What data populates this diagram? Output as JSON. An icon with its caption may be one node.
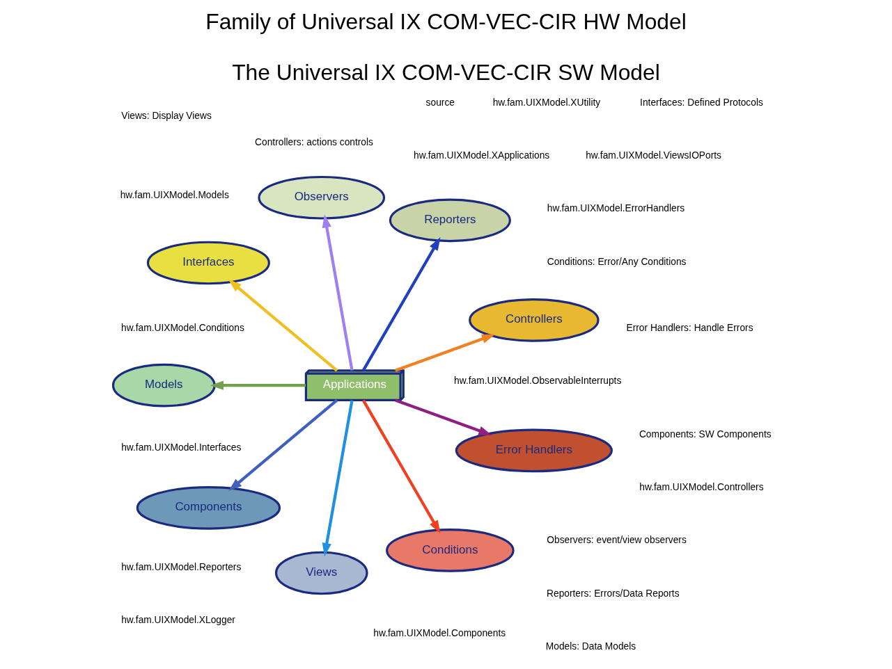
{
  "diagram": {
    "title": "Family of Universal IX COM-VEC-CIR HW Model",
    "caption": "The Universal IX COM-VEC-CIR SW Model",
    "nodes": [
      {
        "text": [
          "Applications"
        ]
      },
      {
        "text": [
          "Controllers"
        ]
      },
      {
        "text": [
          "Reporters"
        ]
      },
      {
        "text": [
          "Observers"
        ]
      },
      {
        "text": [
          "Interfaces"
        ]
      },
      {
        "text": [
          "Models"
        ]
      },
      {
        "text": [
          "Components"
        ]
      },
      {
        "text": [
          "Views"
        ]
      },
      {
        "text": [
          "Conditions"
        ]
      },
      {
        "text": [
          "Error Handlers"
        ]
      }
    ],
    "edges": [
      {
        "from": 0,
        "to": 1,
        "arrow": "to",
        "color": "#f08020"
      },
      {
        "from": 0,
        "to": 2,
        "arrow": "to",
        "color": "#2040c0"
      },
      {
        "from": 0,
        "to": 3,
        "arrow": "to",
        "color": "#a080f0"
      },
      {
        "from": 0,
        "to": 4,
        "arrow": "to",
        "color": "#f0c020"
      },
      {
        "from": 0,
        "to": 5,
        "arrow": "to",
        "color": "#70a050"
      },
      {
        "from": 0,
        "to": 6,
        "arrow": "to",
        "color": "#4060c0"
      },
      {
        "from": 0,
        "to": 7,
        "arrow": "to",
        "color": "#2090e0"
      },
      {
        "from": 0,
        "to": 8,
        "arrow": "to",
        "color": "#f04020"
      },
      {
        "from": 0,
        "to": 9,
        "arrow": "to",
        "color": "#902080"
      }
    ],
    "labels": [
      "Controllers: actions controls",
      "Views: Display Views",
      "Observers: event/view observers",
      "Error Handlers: Handle Errors",
      "Models: Data Models",
      "Conditions: Error/Any Conditions",
      "source",
      "hw.fam.UIXModel.Components",
      "hw.fam.UIXModel.Conditions",
      "hw.fam.UIXModel.Controllers",
      "hw.fam.UIXModel.ErrorHandlers",
      "hw.fam.UIXModel.Interfaces",
      "hw.fam.UIXModel.Models",
      "hw.fam.UIXModel.ObservableInterrupts",
      "hw.fam.UIXModel.Reporters",
      "hw.fam.UIXModel.ViewsIOPorts",
      "hw.fam.UIXModel.XApplications",
      "hw.fam.UIXModel.XLogger",
      "hw.fam.UIXModel.XUtility",
      "Components: SW Components",
      "Interfaces: Defined Protocols",
      "Reporters: Errors/Data Reports"
    ]
  }
}
